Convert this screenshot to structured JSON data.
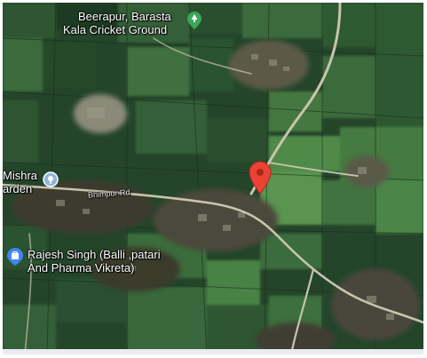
{
  "places": {
    "cricket_ground": {
      "line1": "Beerapur, Barasta",
      "line2": "Kala Cricket Ground",
      "icon": "park-pin-icon",
      "color": "#3aa757"
    },
    "garden": {
      "line1": "Mishra",
      "line2": "arden",
      "icon": "garden-pin-icon",
      "color": "#8fb6d8"
    },
    "pharma": {
      "line1": "Rajesh Singh (Balli ,patari",
      "line2": "And Pharma Vikreta)",
      "icon": "shopping-bag-pin-icon",
      "color": "#4285f4"
    }
  },
  "roads": {
    "bhimpur": "Bhimpur Rd"
  },
  "marker": {
    "icon": "red-location-pin-icon",
    "color": "#ea4335"
  }
}
